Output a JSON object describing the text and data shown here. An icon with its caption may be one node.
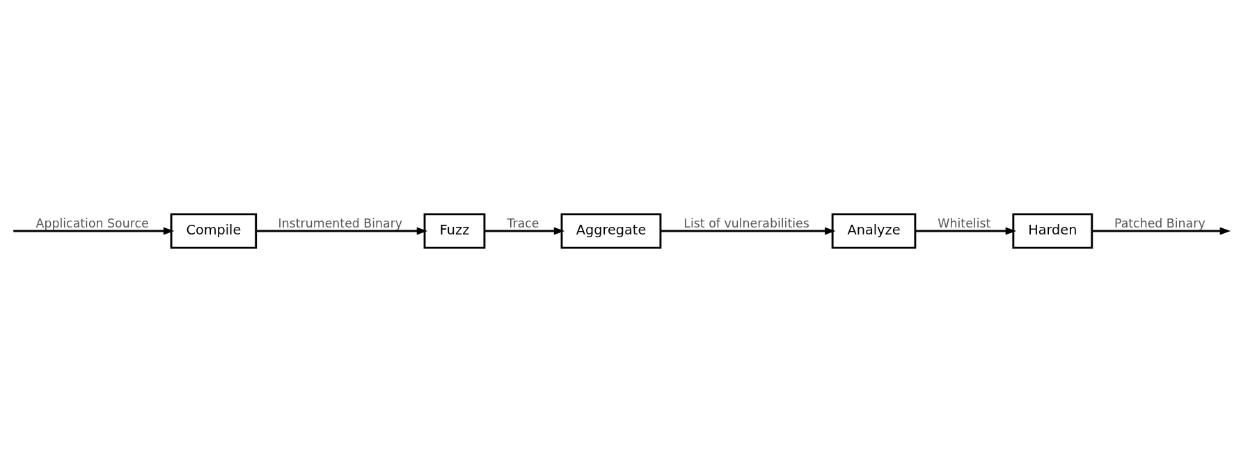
{
  "diagram": {
    "nodes": [
      {
        "text": [
          "Compile"
        ]
      },
      {
        "text": [
          "Fuzz"
        ]
      },
      {
        "text": [
          "Aggregate"
        ]
      },
      {
        "text": [
          "Analyze"
        ]
      },
      {
        "text": [
          "Harden"
        ]
      }
    ],
    "edges": [
      {
        "from": null,
        "to": 0,
        "arrow": "to",
        "label": "Application Source"
      },
      {
        "from": 0,
        "to": 1,
        "arrow": "to",
        "label": "Instrumented Binary"
      },
      {
        "from": 1,
        "to": 2,
        "arrow": "to",
        "label": "Trace"
      },
      {
        "from": 2,
        "to": 3,
        "arrow": "to",
        "label": "List of vulnerabilities"
      },
      {
        "from": 3,
        "to": 4,
        "arrow": "to",
        "label": "Whitelist"
      },
      {
        "from": 4,
        "to": null,
        "arrow": "to",
        "label": "Patched Binary"
      }
    ]
  }
}
